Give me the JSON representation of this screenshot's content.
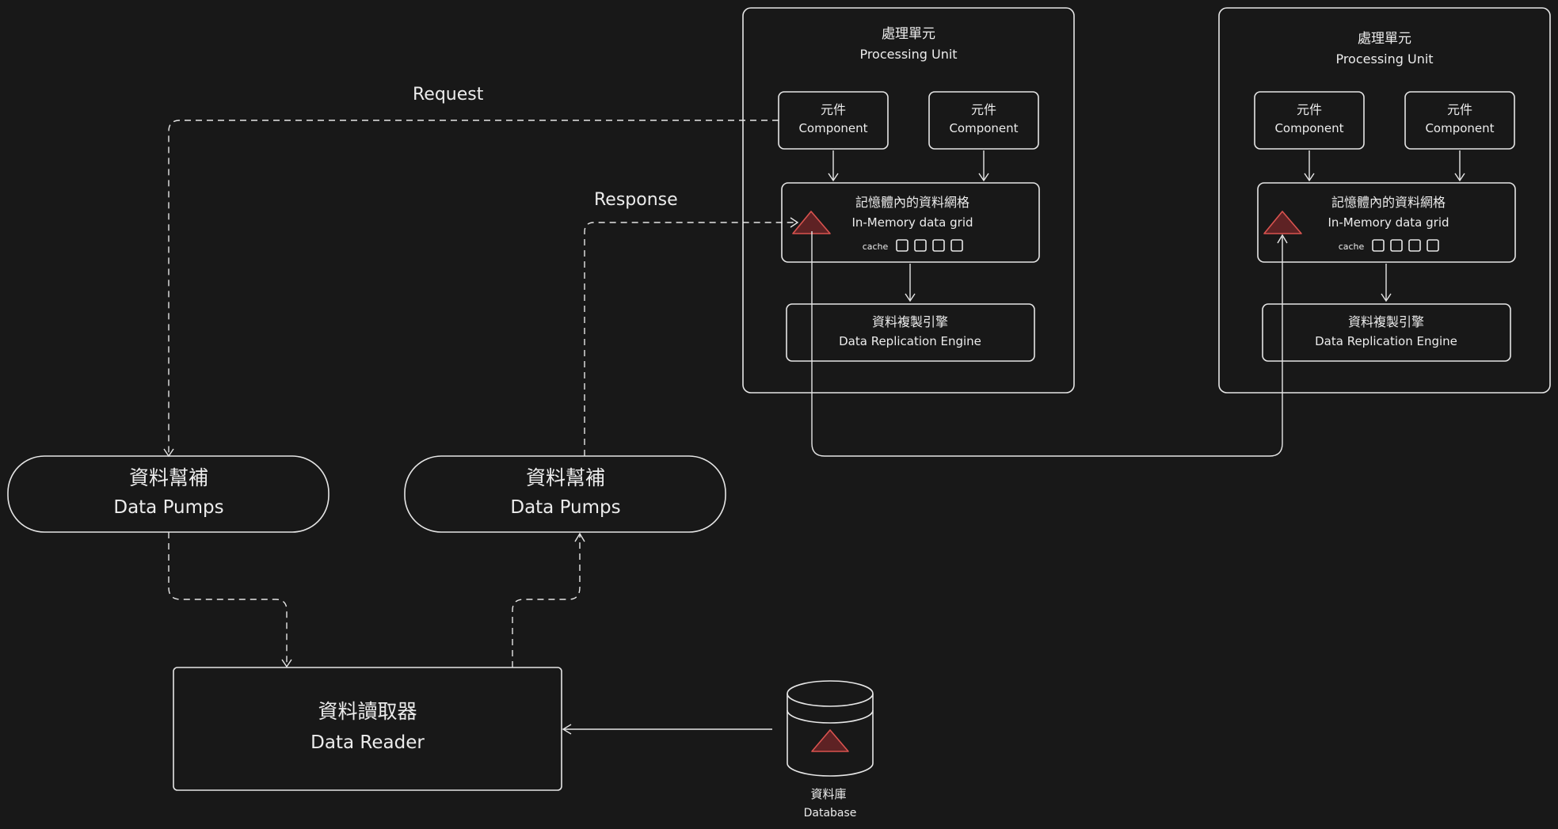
{
  "colors": {
    "background": "#181818",
    "stroke": "#e6e6e6",
    "text": "#ececec",
    "marker_fill": "#5e2224",
    "marker_stroke": "#d9534f"
  },
  "edge_labels": {
    "request": "Request",
    "response": "Response"
  },
  "processing_units": [
    {
      "title_zh": "處理單元",
      "title_en": "Processing Unit",
      "components": [
        {
          "zh": "元件",
          "en": "Component"
        },
        {
          "zh": "元件",
          "en": "Component"
        }
      ],
      "grid": {
        "zh": "記憶體內的資料網格",
        "en": "In-Memory data grid",
        "cache_label": "cache",
        "cache_slots": 4
      },
      "engine": {
        "zh": "資料複製引擎",
        "en": "Data Replication Engine"
      }
    },
    {
      "title_zh": "處理單元",
      "title_en": "Processing Unit",
      "components": [
        {
          "zh": "元件",
          "en": "Component"
        },
        {
          "zh": "元件",
          "en": "Component"
        }
      ],
      "grid": {
        "zh": "記憶體內的資料網格",
        "en": "In-Memory data grid",
        "cache_label": "cache",
        "cache_slots": 4
      },
      "engine": {
        "zh": "資料複製引擎",
        "en": "Data Replication Engine"
      }
    }
  ],
  "data_pumps": [
    {
      "zh": "資料幫補",
      "en": "Data Pumps"
    },
    {
      "zh": "資料幫補",
      "en": "Data Pumps"
    }
  ],
  "data_reader": {
    "zh": "資料讀取器",
    "en": "Data Reader"
  },
  "database": {
    "zh": "資料庫",
    "en": "Database"
  },
  "icons": {
    "grid_marker": "warning-triangle-icon",
    "database_marker": "warning-triangle-icon",
    "database_shape": "cylinder-icon",
    "cache_slot": "square-icon"
  }
}
